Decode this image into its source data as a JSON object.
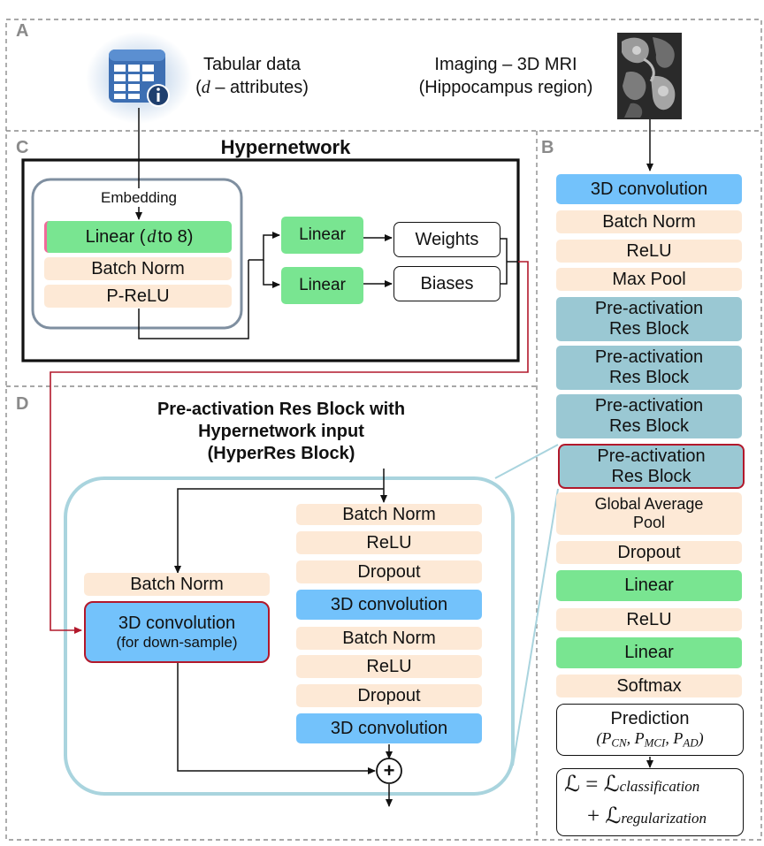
{
  "panels": {
    "a": "A",
    "b": "B",
    "c": "C",
    "d": "D"
  },
  "inputs": {
    "tabular": {
      "title": "Tabular data",
      "var": "d",
      "suffix": "– attributes)",
      "open": "("
    },
    "imaging": {
      "line1": "Imaging  – 3D MRI",
      "line2": "(Hippocampus  region)"
    }
  },
  "hypernetwork": {
    "title": "Hypernetwork",
    "embedding": "Embedding",
    "linear_main": {
      "pre": "Linear (",
      "var": "d",
      "post": " to 8)"
    },
    "batch_norm": "Batch Norm",
    "prelu": "P-ReLU",
    "linear_top": "Linear",
    "linear_bottom": "Linear",
    "weights": "Weights",
    "biases": "Biases"
  },
  "pipeline": {
    "conv3d": "3D convolution",
    "batch_norm": "Batch Norm",
    "relu": "ReLU",
    "max_pool": "Max Pool",
    "res1": {
      "l1": "Pre-activation",
      "l2": "Res Block"
    },
    "res2": {
      "l1": "Pre-activation",
      "l2": "Res Block"
    },
    "res3": {
      "l1": "Pre-activation",
      "l2": "Res Block"
    },
    "res4": {
      "l1": "Pre-activation",
      "l2": "Res Block"
    },
    "gap": {
      "l1": "Global Average",
      "l2": "Pool"
    },
    "dropout": "Dropout",
    "linear1": "Linear",
    "relu2": "ReLU",
    "linear2": "Linear",
    "softmax": "Softmax",
    "prediction": {
      "title": "Prediction",
      "p": "P",
      "cn": "CN",
      "mci": "MCI",
      "ad": "AD"
    },
    "loss": {
      "L": "ℒ",
      "eq": "=",
      "plus": "+",
      "classification": "classification",
      "regularization": "regularization"
    }
  },
  "hyperres": {
    "title_l1": "Pre-activation Res Block with",
    "title_l2": "Hypernetwork input",
    "title_l3": "(HyperRes Block)",
    "skip_bn": "Batch Norm",
    "skip_conv_l1": "3D convolution",
    "skip_conv_l2": "(for down-sample)",
    "bn1": "Batch Norm",
    "relu1": "ReLU",
    "dropout1": "Dropout",
    "conv1": "3D convolution",
    "bn2": "Batch Norm",
    "relu2": "ReLU",
    "dropout2": "Dropout",
    "conv2": "3D convolution",
    "sum": "+"
  },
  "colors": {
    "peach": "#fde9d6",
    "green": "#79e591",
    "blue": "#73c2fb",
    "teal": "#9ac8d3",
    "highlight_red": "#b2182b",
    "hyperres_outline": "#a9d4de",
    "embedding_outline": "#7f8fa0"
  },
  "icons": {
    "tabular": "table-info-icon",
    "mri": "mri-scan-thumbnail"
  }
}
